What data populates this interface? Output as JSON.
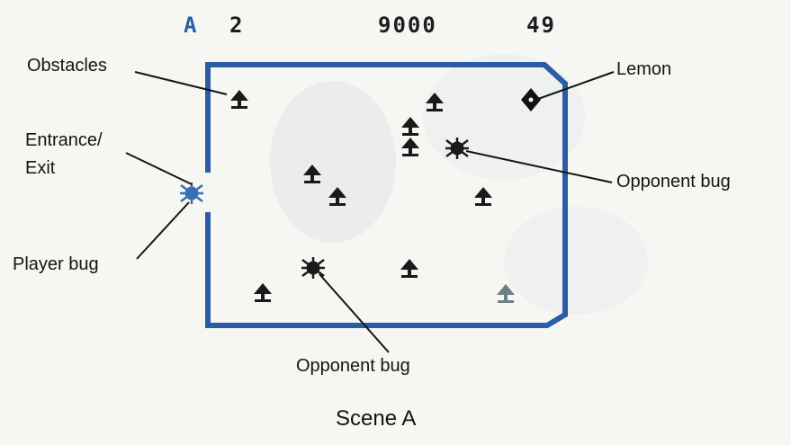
{
  "hud": {
    "player_label": "A",
    "level": "2",
    "score": "9000",
    "timer": "49"
  },
  "callouts": {
    "obstacles": "Obstacles",
    "lemon": "Lemon",
    "entrance_line1": "Entrance/",
    "entrance_line2": "Exit",
    "opponent_bug_right": "Opponent bug",
    "player_bug": "Player bug",
    "opponent_bug_bottom": "Opponent bug"
  },
  "caption": "Scene A",
  "colors": {
    "frame": "#2a5da6",
    "hud_label": "#2a5da6",
    "obstacle": "#1a1a1a",
    "obstacle_faded": "#6f7f86",
    "player_bug": "#3a6fb5",
    "opponent_bug": "#1a1a1a",
    "lemon": "#111111"
  },
  "icons": {
    "obstacle": "mushroom-icon",
    "lemon": "diamond-icon",
    "bug": "bug-icon"
  }
}
